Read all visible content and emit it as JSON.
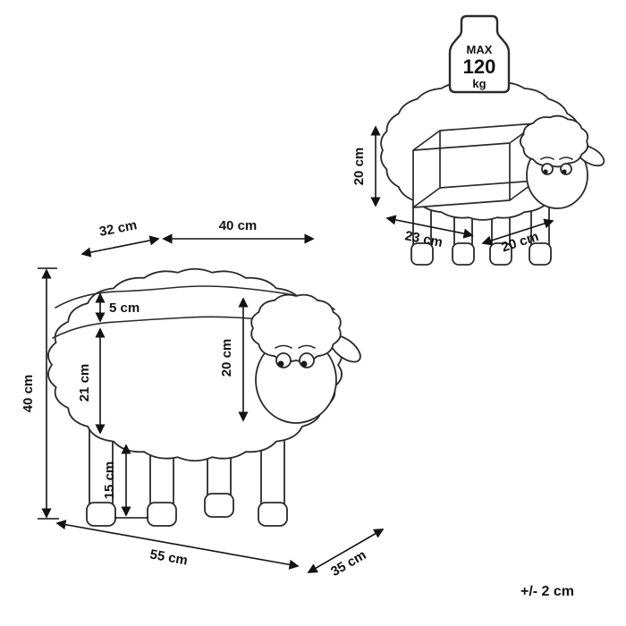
{
  "diagram": {
    "tolerance": "+/- 2 cm",
    "side_view": {
      "top_back_width": "32 cm",
      "top_seat_width": "40 cm",
      "lid_thickness": "5 cm",
      "body_height": "21 cm",
      "head_height": "20 cm",
      "total_height": "40 cm",
      "leg_height": "15 cm",
      "length": "55 cm",
      "depth": "35 cm"
    },
    "storage_view": {
      "max_load": {
        "line1": "MAX",
        "line2": "120",
        "line3": "kg"
      },
      "inner_height": "20 cm",
      "inner_width": "23 cm",
      "inner_depth": "20 cm"
    }
  }
}
